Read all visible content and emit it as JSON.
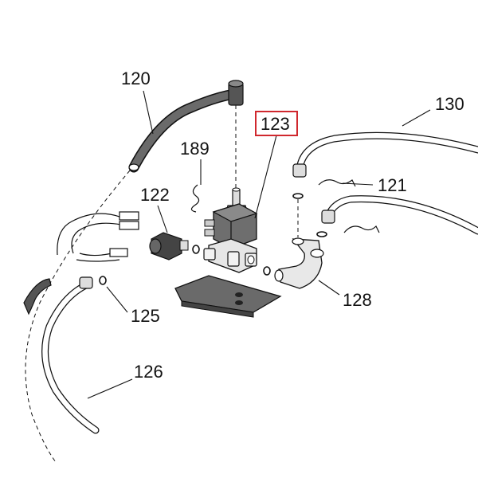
{
  "diagram": {
    "highlight_color": "#d0282e",
    "labels": {
      "p120": "120",
      "p121": "121",
      "p122": "122",
      "p123": "123",
      "p125": "125",
      "p126": "126",
      "p128": "128",
      "p130": "130",
      "p189": "189"
    },
    "highlighted_part": "123"
  }
}
